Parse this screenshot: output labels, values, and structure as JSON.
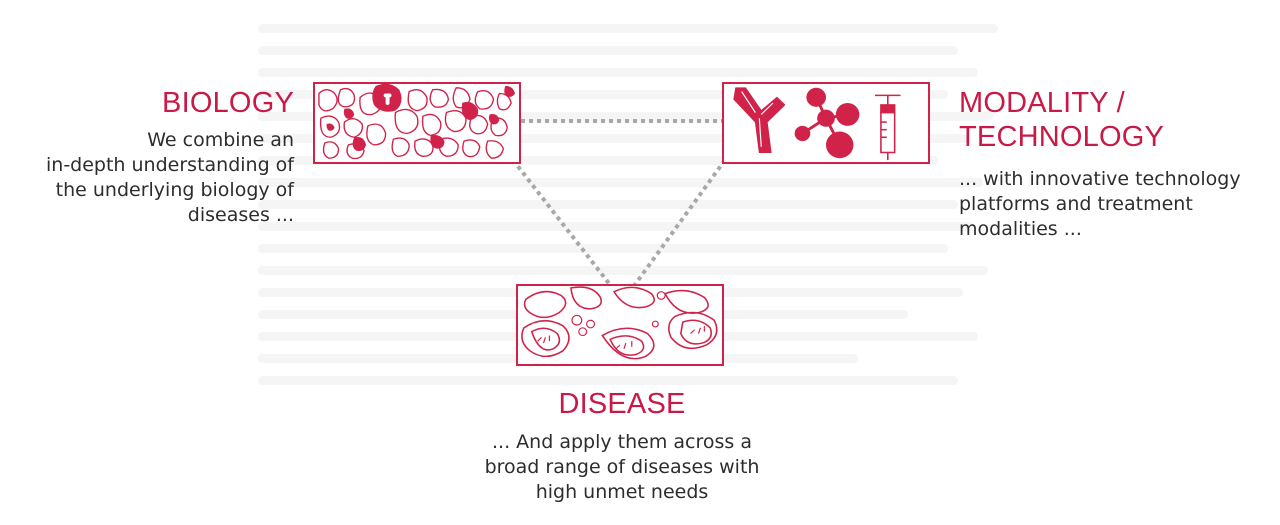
{
  "colors": {
    "accent": "#c91a47",
    "connector": "#a8a8a8",
    "text": "#2d2d2d",
    "background": "#ffffff"
  },
  "nodes": {
    "biology": {
      "title": "BIOLOGY",
      "description_lines": [
        "We combine an",
        "in-depth understanding of",
        "the underlying biology of",
        "diseases ..."
      ],
      "icon": "cell-tissue-illustration"
    },
    "modality": {
      "title_lines": [
        "MODALITY /",
        "TECHNOLOGY"
      ],
      "description_lines": [
        "... with innovative technology",
        "platforms and treatment",
        "modalities ..."
      ],
      "icon": "antibody-molecule-syringe-illustration"
    },
    "disease": {
      "title": "DISEASE",
      "description_lines": [
        "... And apply them across a",
        "broad range of diseases with",
        "high unmet needs"
      ],
      "icon": "diseased-cells-illustration"
    }
  }
}
